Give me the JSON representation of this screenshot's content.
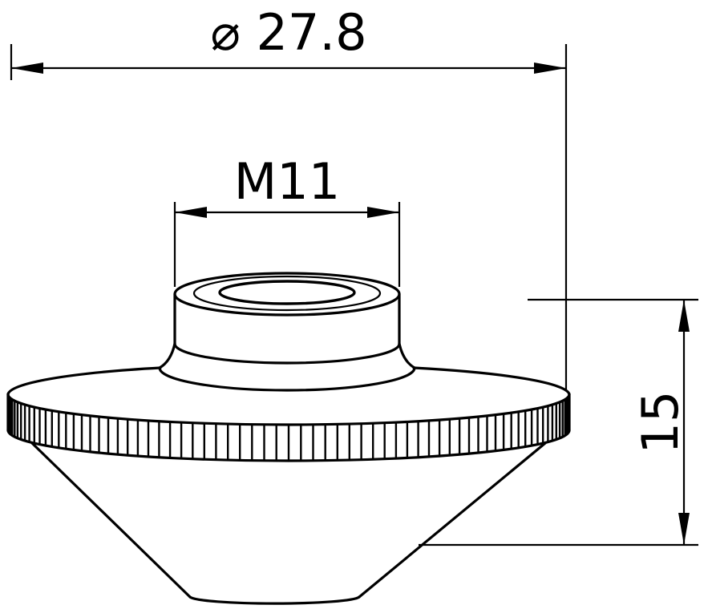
{
  "drawing": {
    "type": "technical-dimension-drawing",
    "subject": "laser-cutting-nozzle",
    "background_color": "#ffffff",
    "line_color": "#000000",
    "labels": {
      "diameter": "⌀ 27.8",
      "thread": "M11",
      "height": "15"
    }
  }
}
